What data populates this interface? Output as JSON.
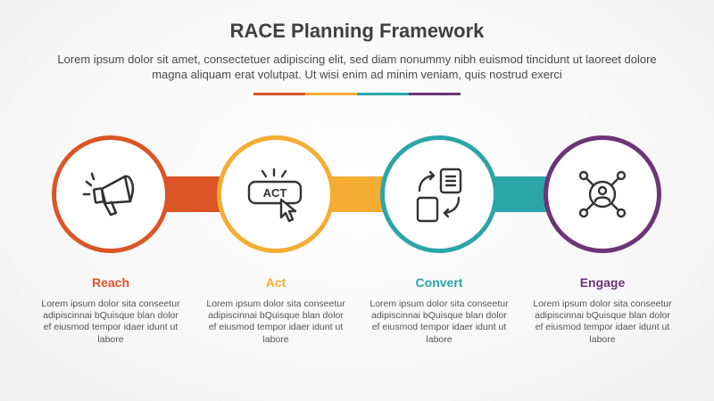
{
  "title": "RACE Planning Framework",
  "subtitle": "Lorem ipsum dolor sit amet, consectetuer adipiscing elit, sed diam nonummy nibh euismod tincidunt ut laoreet dolore magna aliquam erat volutpat. Ut wisi enim ad minim veniam, quis nostrud exerci",
  "colors": {
    "reach": "#DB5526",
    "act": "#F4AC33",
    "convert": "#2BA5A8",
    "engage": "#6B3577"
  },
  "stages": [
    {
      "label": "Reach",
      "icon": "megaphone-icon",
      "description": "Lorem ipsum dolor sita conseetur adipiscinnai bQuisque blan dolor ef eiusmod tempor idaer idunt ut labore"
    },
    {
      "label": "Act",
      "icon": "act-button-click-icon",
      "icon_text": "ACT",
      "description": "Lorem ipsum dolor sita conseetur adipiscinnai bQuisque blan dolor ef eiusmod tempor idaer idunt ut labore"
    },
    {
      "label": "Convert",
      "icon": "convert-documents-icon",
      "description": "Lorem ipsum dolor sita conseetur adipiscinnai bQuisque blan dolor ef eiusmod tempor idaer idunt ut labore"
    },
    {
      "label": "Engage",
      "icon": "user-network-icon",
      "description": "Lorem ipsum dolor sita conseetur adipiscinnai bQuisque blan dolor ef eiusmod tempor idaer idunt ut labore"
    }
  ]
}
